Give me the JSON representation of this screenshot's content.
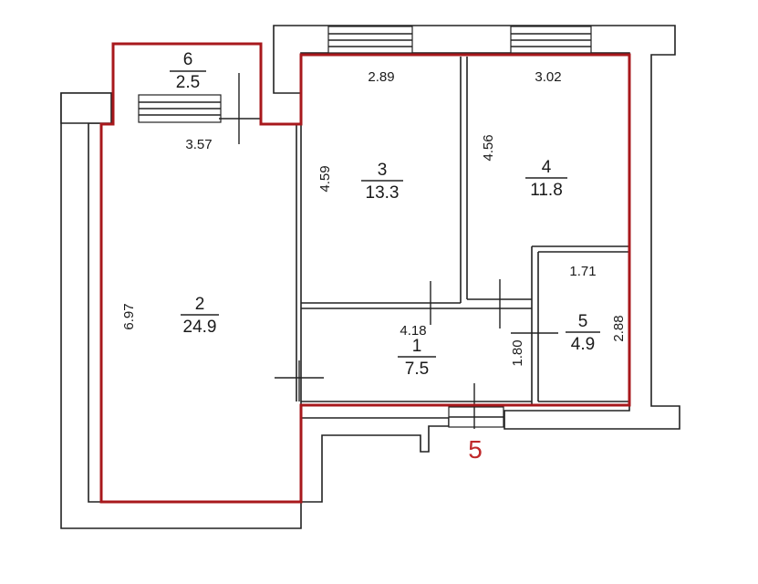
{
  "plan": {
    "rooms": [
      {
        "id": "1",
        "number": "1",
        "area": "7.5"
      },
      {
        "id": "2",
        "number": "2",
        "area": "24.9"
      },
      {
        "id": "3",
        "number": "3",
        "area": "13.3"
      },
      {
        "id": "4",
        "number": "4",
        "area": "11.8"
      },
      {
        "id": "5",
        "number": "5",
        "area": "4.9"
      },
      {
        "id": "6",
        "number": "6",
        "area": "2.5"
      }
    ],
    "dimensions": {
      "d357": "3.57",
      "d697": "6.97",
      "d289": "2.89",
      "d459": "4.59",
      "d302": "3.02",
      "d456": "4.56",
      "d418": "4.18",
      "d180": "1.80",
      "d171": "1.71",
      "d288": "2.88"
    },
    "floor_mark": "5",
    "colors": {
      "outline": "#a8181c",
      "wall": "#222222",
      "mark": "#c0282a"
    }
  }
}
